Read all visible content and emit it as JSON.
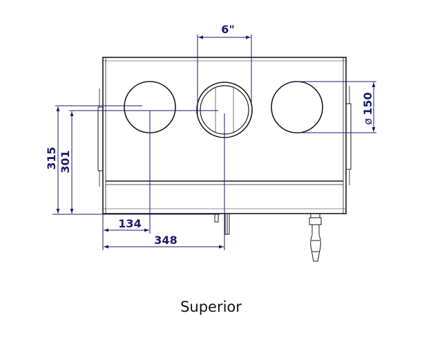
{
  "caption": "Superior",
  "colors": {
    "dimension": "#1a1a6e",
    "outline": "#1a1a1a",
    "background": "#ffffff"
  },
  "dimensions": {
    "top_width": "6\"",
    "diameter": "150",
    "diameter_symbol": "ø",
    "height_outer": "315",
    "height_inner": "301",
    "offset_134": "134",
    "offset_348": "348"
  }
}
